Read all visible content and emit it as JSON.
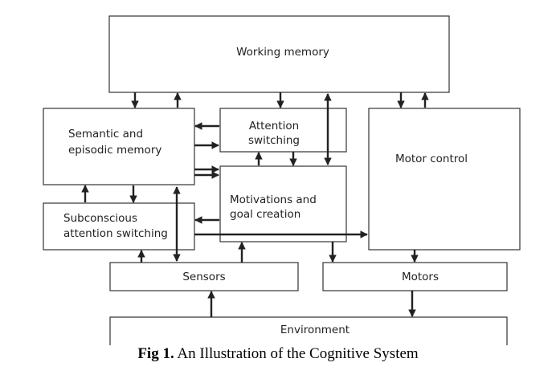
{
  "boxes": {
    "working_memory": "Working memory",
    "semantic_line1": "Semantic and",
    "semantic_line2": "episodic memory",
    "attention_line1": "Attention",
    "attention_line2": "switching",
    "motivations_line1": "Motivations and",
    "motivations_line2": "goal creation",
    "subconscious_line1": "Subconscious",
    "subconscious_line2": "attention switching",
    "motor_control": "Motor control",
    "sensors": "Sensors",
    "motors": "Motors",
    "environment": "Environment"
  },
  "caption": {
    "label": "Fig 1.",
    "text": " An Illustration of the Cognitive System"
  }
}
